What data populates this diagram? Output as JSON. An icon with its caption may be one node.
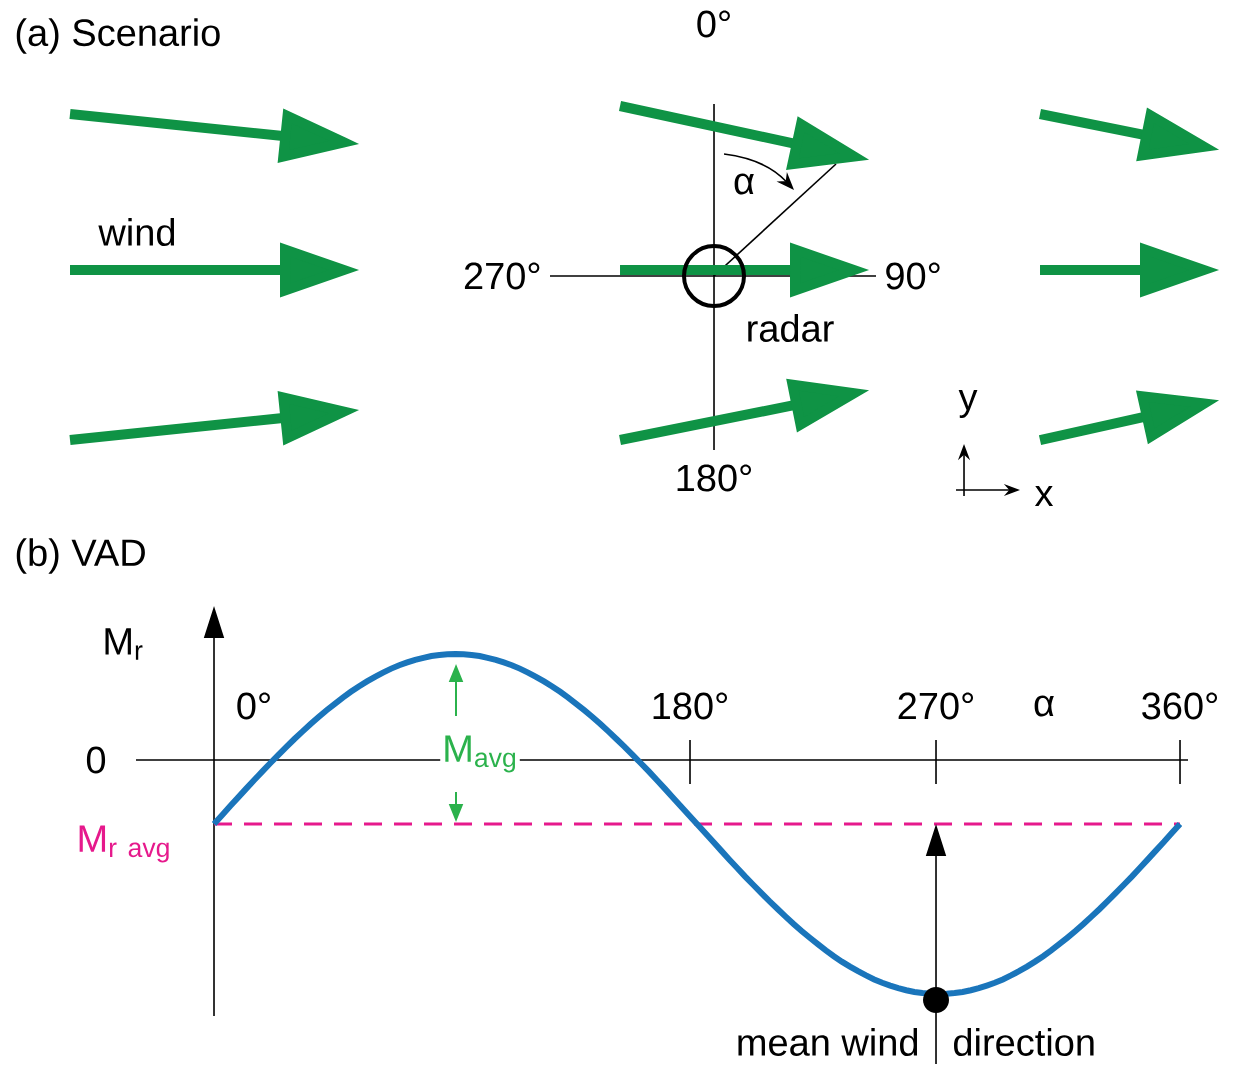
{
  "diagram": {
    "nodes": [
      {
        "text": [],
        "shape": "circle",
        "beside": [
          "radar"
        ]
      }
    ],
    "labels": [
      "(a) Scenario",
      "0°",
      "α",
      "wind",
      "270°",
      "90°",
      "y",
      "180°",
      "x",
      "(b) VAD",
      "M$_{r}$",
      "0°",
      "180°",
      "270°",
      "α",
      "360°",
      "0",
      "M$_{avg}$",
      "\\mathrm{M}_{\\mathrm{r\\ avg}}",
      "mean wind",
      "direction"
    ]
  }
}
